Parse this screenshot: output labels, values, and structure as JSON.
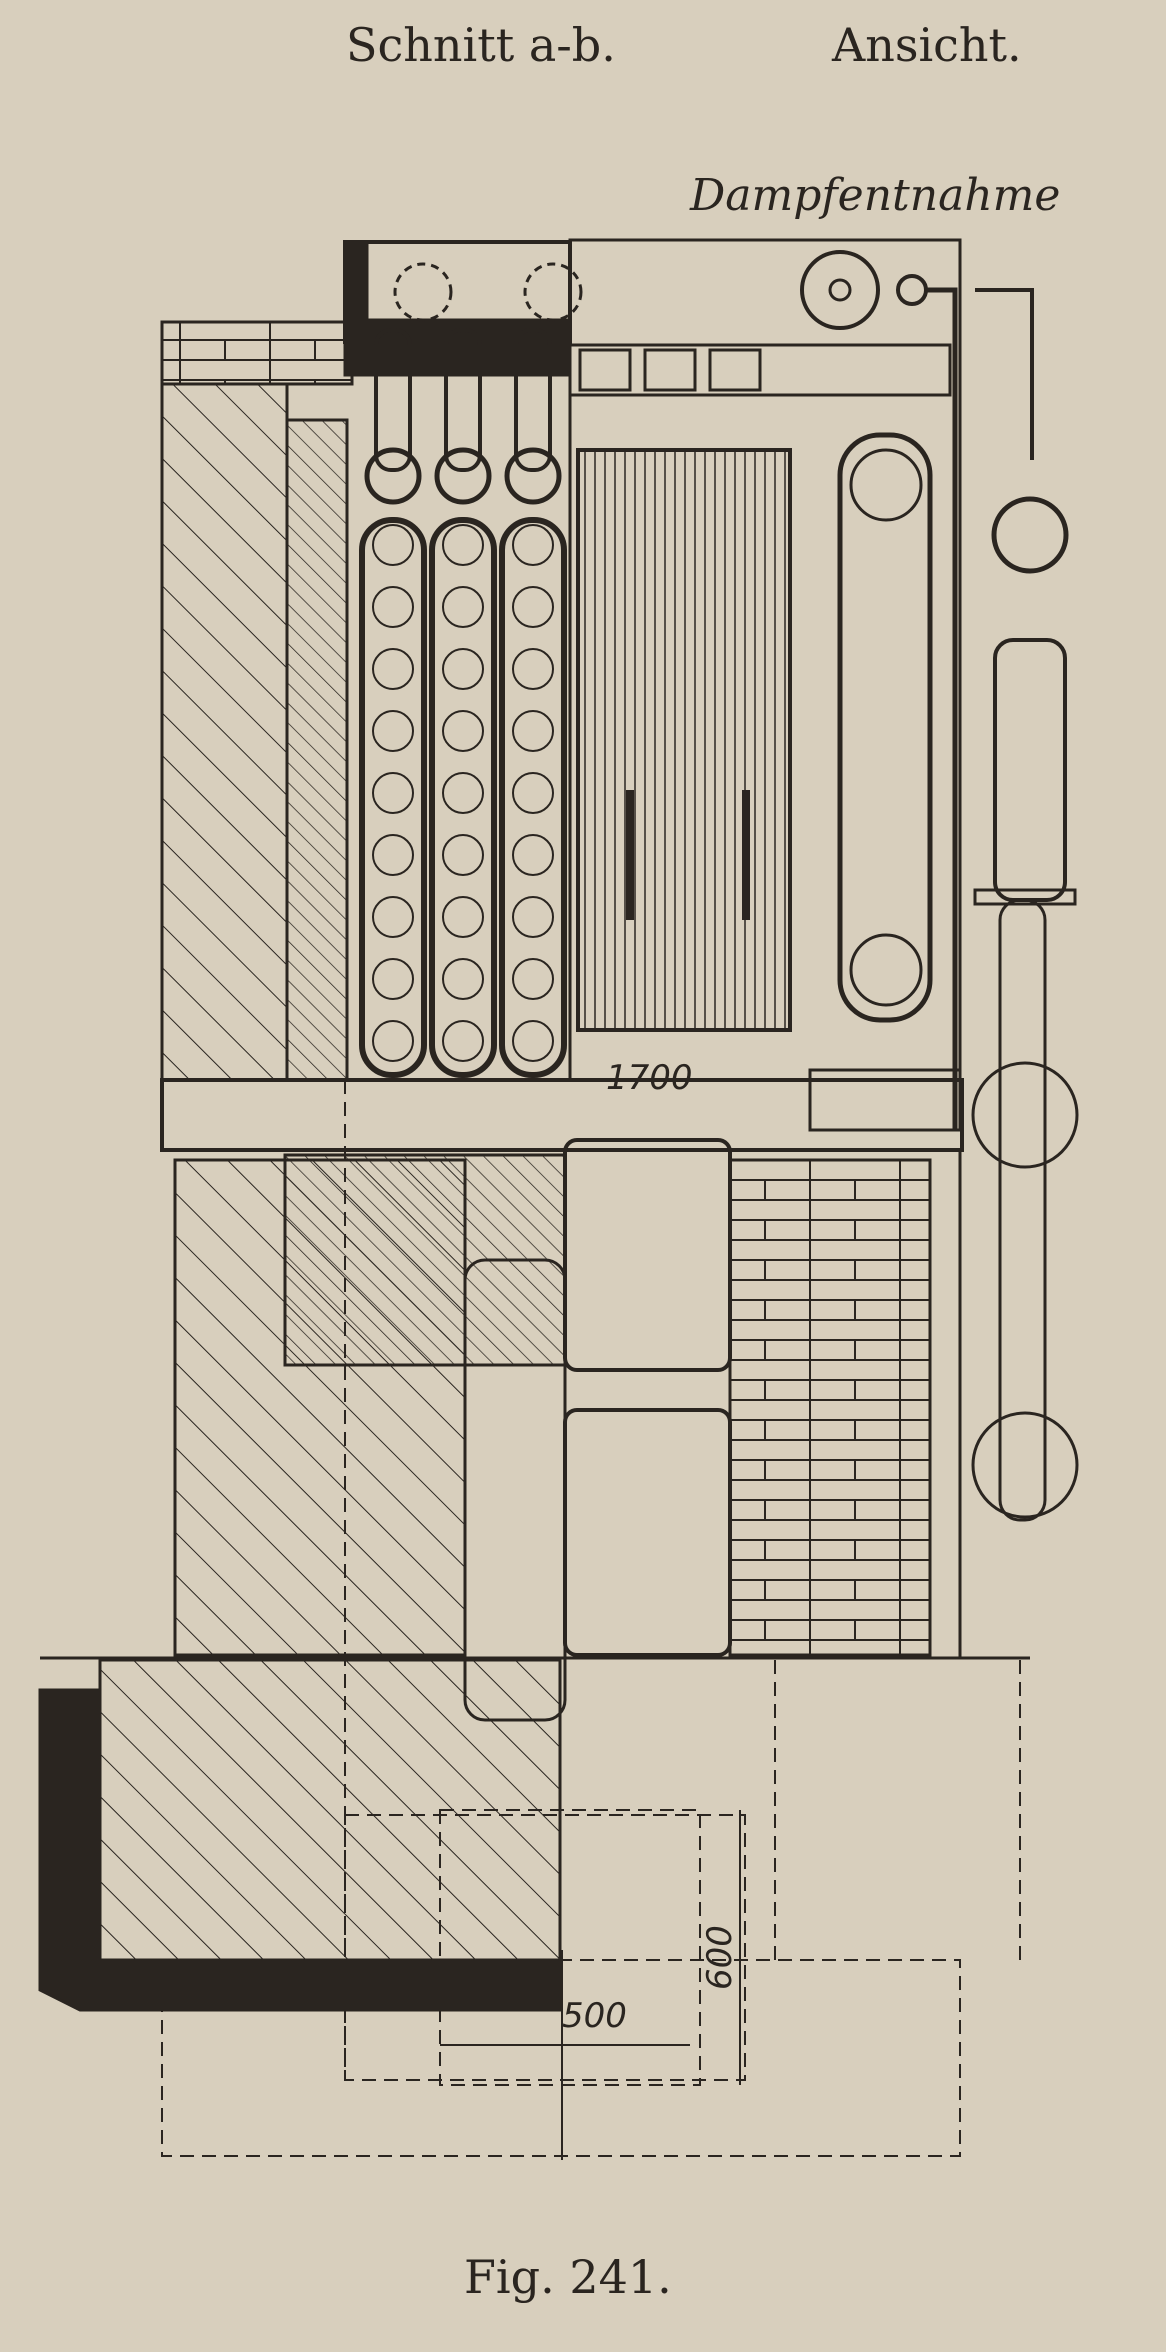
{
  "figure": {
    "section_label": "Schnitt a-b.",
    "view_label": "Ansicht.",
    "steam_outlet_label": "Dampfentnahme",
    "caption": "Fig. 241.",
    "dimensions": {
      "width_main": "1700",
      "width_pit": "500",
      "depth_pit": "600"
    },
    "colors": {
      "paper": "#d8cfbd",
      "ink": "#2a2520"
    }
  }
}
